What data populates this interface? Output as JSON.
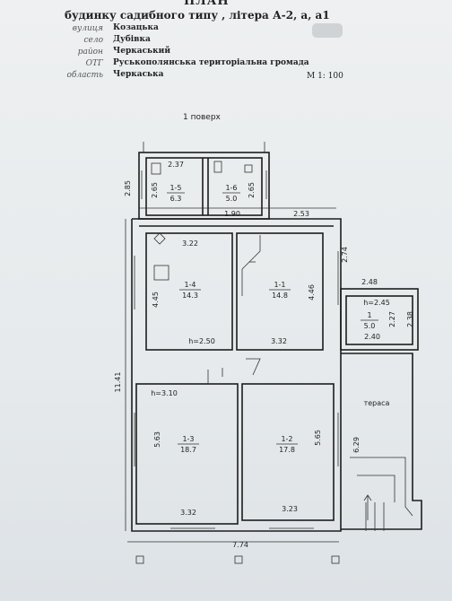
{
  "header": {
    "title_top": "ПЛАН",
    "title": "будинку садибного типу , літера  А-2, а, а1",
    "fields": [
      {
        "label": "вулиця",
        "value": "Козацька"
      },
      {
        "label": "село",
        "value": "Дубівка"
      },
      {
        "label": "район",
        "value": "Черкаський"
      },
      {
        "label": "ОТГ",
        "value": "Руськополянська територіальна громада"
      },
      {
        "label": "область",
        "value": "Черкаська"
      }
    ],
    "scale": "М 1: 100"
  },
  "floor_label": "1 поверх",
  "rooms": [
    {
      "id": "1-5",
      "area": "6.3"
    },
    {
      "id": "1-6",
      "area": "5.0"
    },
    {
      "id": "1-4",
      "area": "14.3"
    },
    {
      "id": "1-1",
      "area": "14.8"
    },
    {
      "id": "1",
      "area": "5.0"
    },
    {
      "id": "1-3",
      "area": "18.7"
    },
    {
      "id": "1-2",
      "area": "17.8"
    }
  ],
  "terrace_label": "тераса",
  "dimensions": {
    "d237": "2.37",
    "d285": "2.85",
    "d265a": "2.65",
    "d265b": "2.65",
    "d190": "1.90",
    "d253": "2.53",
    "d322a": "3.22",
    "d274": "2.74",
    "d445": "4.45",
    "d446": "4.46",
    "d248": "2.48",
    "h245": "h=2.45",
    "d227": "2.27",
    "d238": "2.38",
    "d240": "2.40",
    "h250": "h=2.50",
    "d332a": "3.32",
    "d1141": "11.41",
    "h310": "h=3.10",
    "d563": "5.63",
    "d565": "5.65",
    "d629": "6.29",
    "d332b": "3.32",
    "d323": "3.23",
    "d774": "7.74"
  }
}
